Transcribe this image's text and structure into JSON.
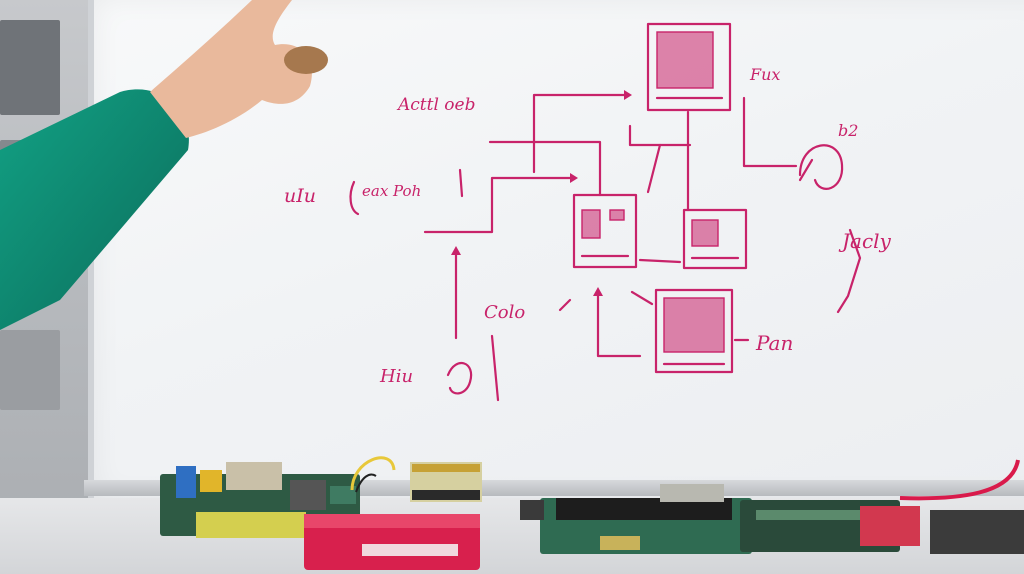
{
  "scene": {
    "colors": {
      "marker": "#c8236a",
      "sweater": "#0f8a74",
      "skin": "#e7b79b",
      "whiteboard": "#f4f5f7",
      "pcb_green": "#2f6b52",
      "enclosure_red": "#d8204d"
    }
  },
  "scribbles": {
    "top_left": "Acttl oeb",
    "left": "uIu",
    "left_group": "eax Poh",
    "top_right": "Fux",
    "right_top": "b2",
    "right_mid": "Jacly",
    "center": "Colo",
    "bottom_left": "Hiu",
    "bottom_right": "Pan"
  }
}
